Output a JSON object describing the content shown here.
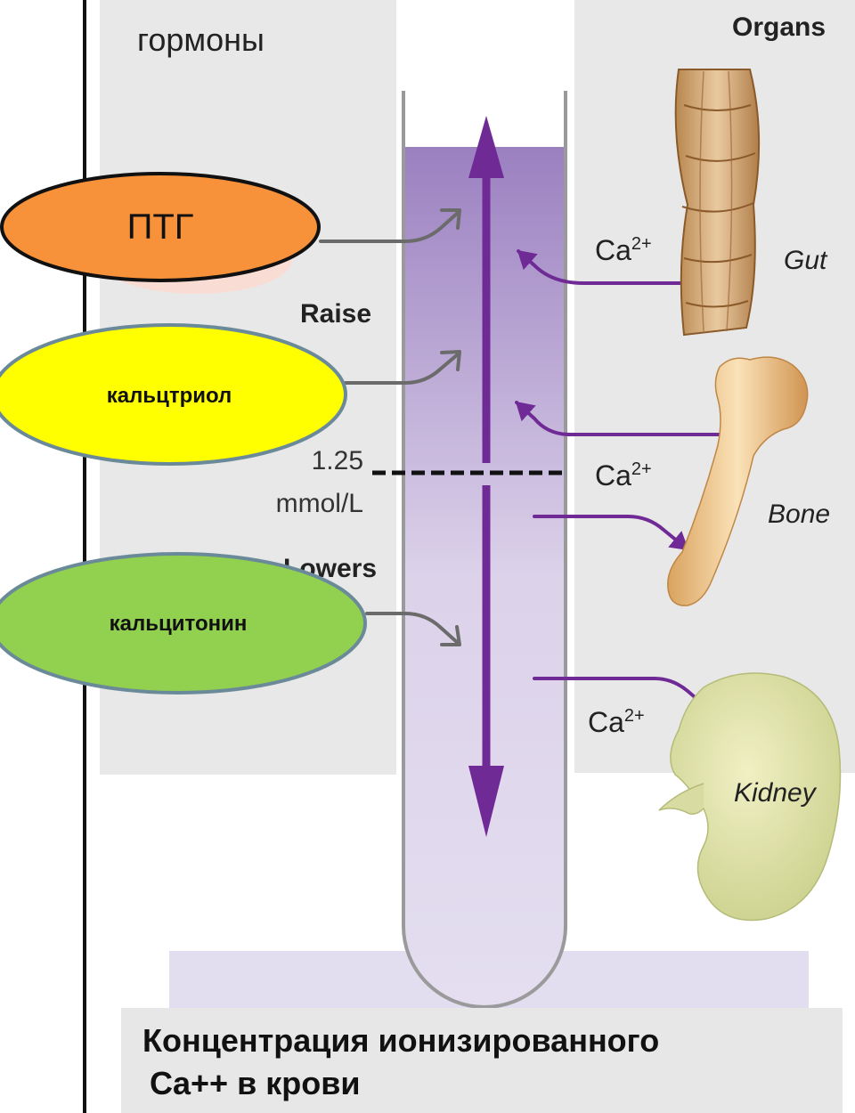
{
  "hormones_label": "гормоны",
  "organs_label": "Organs",
  "hormones": {
    "ptg": "ПТГ",
    "calcitriol": "кальцтриол",
    "calcitonin": "кальцитонин"
  },
  "raise_label": "Raise",
  "lowers_label": "Lowers",
  "threshold": {
    "value": "1.25",
    "unit": "mmol/L"
  },
  "ion_label": "Ca",
  "ion_charge": "2+",
  "organ_names": {
    "gut": "Gut",
    "bone": "Bone",
    "kidney": "Kidney"
  },
  "caption": {
    "line1": "Концентрация ионизированного",
    "line2": "Ca++ в крови"
  },
  "colors": {
    "ptg": "#f7923a",
    "calcitriol": "#ffff00",
    "calcitonin": "#92d050",
    "arrow": "#6f2a96",
    "tube_top": "#9b80c0",
    "tube_bottom": "#e4def0"
  }
}
